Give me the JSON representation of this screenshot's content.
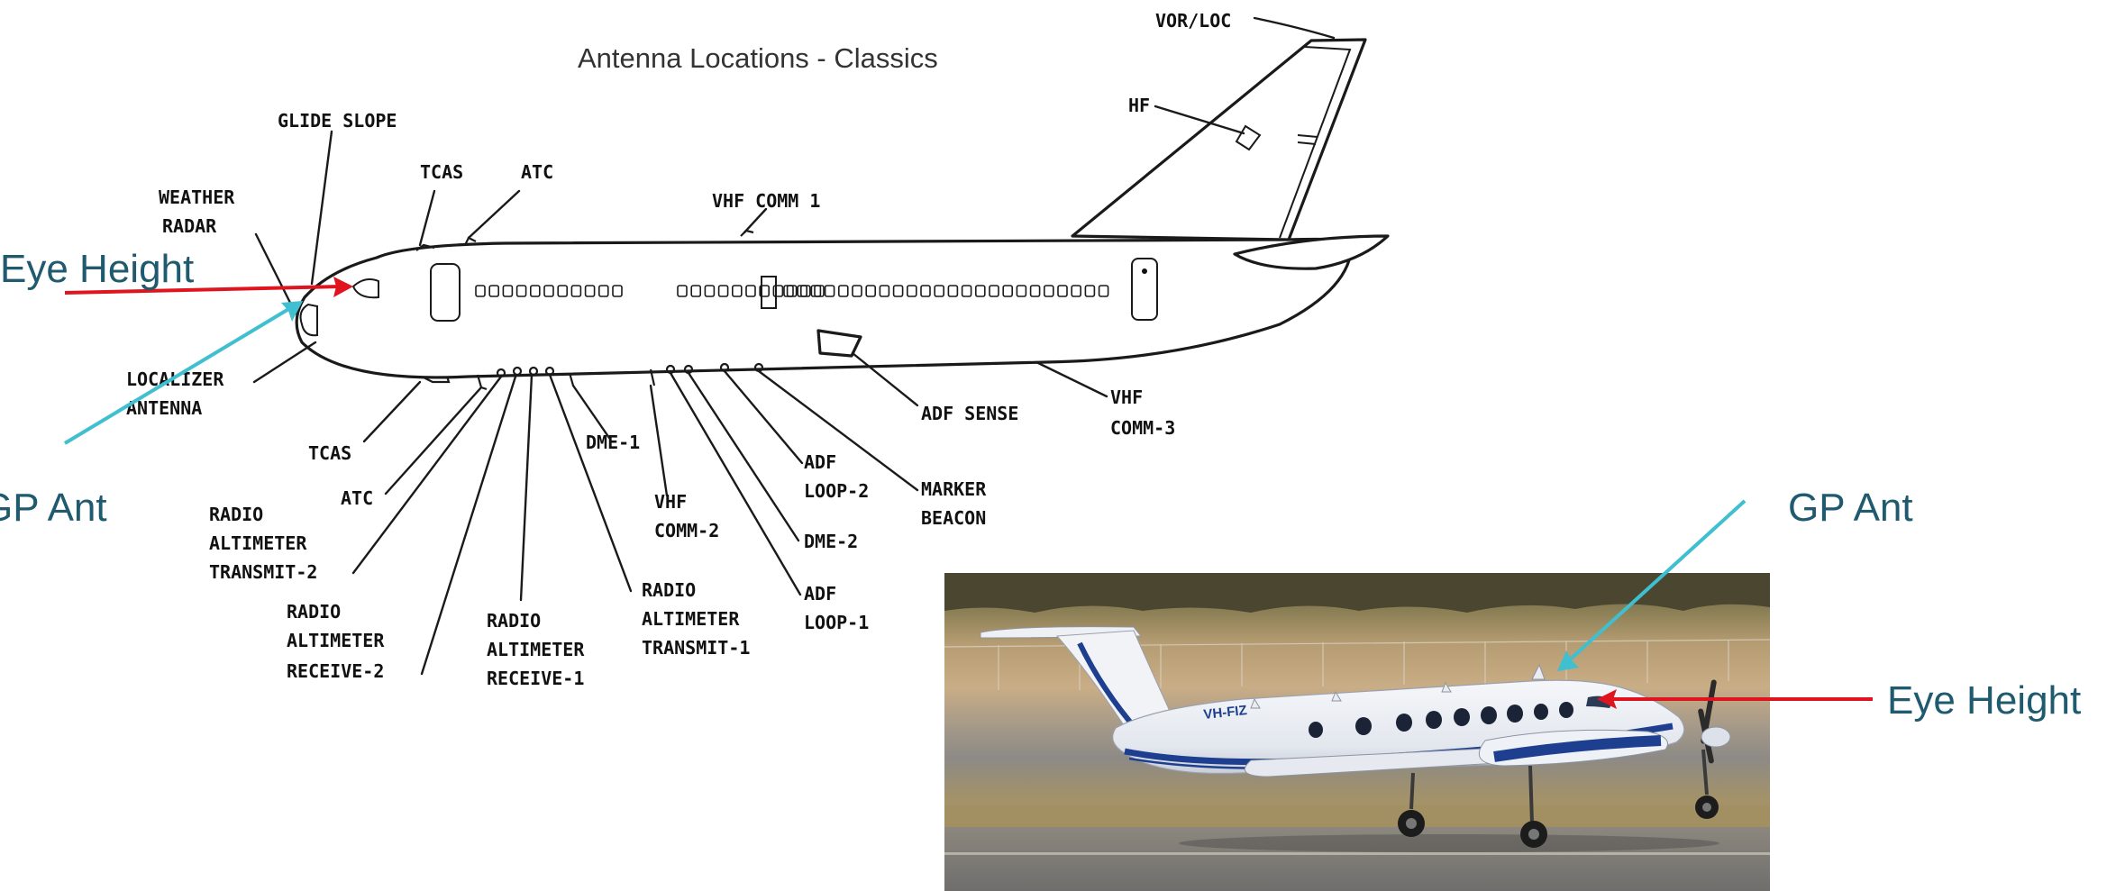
{
  "title": "Antenna Locations - Classics",
  "labels": {
    "vor_loc": "VOR/LOC",
    "hf": "HF",
    "glide_slope": "GLIDE SLOPE",
    "weather": "WEATHER",
    "radar": "RADAR",
    "tcas_top": "TCAS",
    "atc_top": "ATC",
    "vhf_comm1": "VHF COMM 1",
    "localizer1": "LOCALIZER",
    "localizer2": "ANTENNA",
    "tcas_bottom": "TCAS",
    "atc_bottom": "ATC",
    "ra_tx2_1": "RADIO",
    "ra_tx2_2": "ALTIMETER",
    "ra_tx2_3": "TRANSMIT-2",
    "ra_rx2_1": "RADIO",
    "ra_rx2_2": "ALTIMETER",
    "ra_rx2_3": "RECEIVE-2",
    "ra_rx1_1": "RADIO",
    "ra_rx1_2": "ALTIMETER",
    "ra_rx1_3": "RECEIVE-1",
    "dme1": "DME-1",
    "vhf_comm2_1": "VHF",
    "vhf_comm2_2": "COMM-2",
    "ra_tx1_1": "RADIO",
    "ra_tx1_2": "ALTIMETER",
    "ra_tx1_3": "TRANSMIT-1",
    "adf_loop2_1": "ADF",
    "adf_loop2_2": "LOOP-2",
    "dme2": "DME-2",
    "adf_loop1_1": "ADF",
    "adf_loop1_2": "LOOP-1",
    "marker1": "MARKER",
    "marker2": "BEACON",
    "adf_sense": "ADF SENSE",
    "vhf_comm3_1": "VHF",
    "vhf_comm3_2": "COMM-3"
  },
  "annotations": {
    "eye_height_left": "Eye Height",
    "gp_ant_left": "GP Ant",
    "gp_ant_right": "GP Ant",
    "eye_height_right": "Eye Height"
  },
  "photo": {
    "registration": "VH-FIZ"
  },
  "colors": {
    "annotation_text": "#1f5a6e",
    "eye_height_arrow": "#e0141e",
    "gp_ant_arrow": "#3fbfcf",
    "photo_livery": "#1e3f8f"
  }
}
